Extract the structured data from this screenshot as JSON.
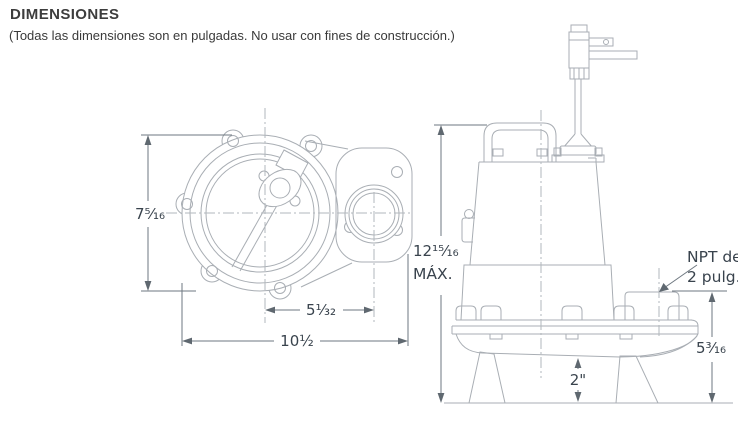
{
  "header": {
    "title": "DIMENSIONES",
    "note": "(Todas las dimensiones son en pulgadas. No usar con fines de construcción.)"
  },
  "top_view": {
    "height_label": "7⁵⁄₁₆",
    "center_offset_label": "5¹⁄₃₂",
    "width_label": "10½"
  },
  "side_view": {
    "max_height_label": "12¹⁵⁄₁₆",
    "max_height_suffix": "MÁX.",
    "npt_label_line1": "NPT de",
    "npt_label_line2": "2 pulg.",
    "discharge_height_label": "5³⁄₁₆",
    "ground_clearance_label": "2\""
  },
  "colors": {
    "drawing_line": "#a9aeb4",
    "centerline": "#b2b7bc",
    "dimension_line": "#6e7780",
    "label_text": "#39434d",
    "title_text": "#3d3d3d",
    "background": "#ffffff"
  }
}
